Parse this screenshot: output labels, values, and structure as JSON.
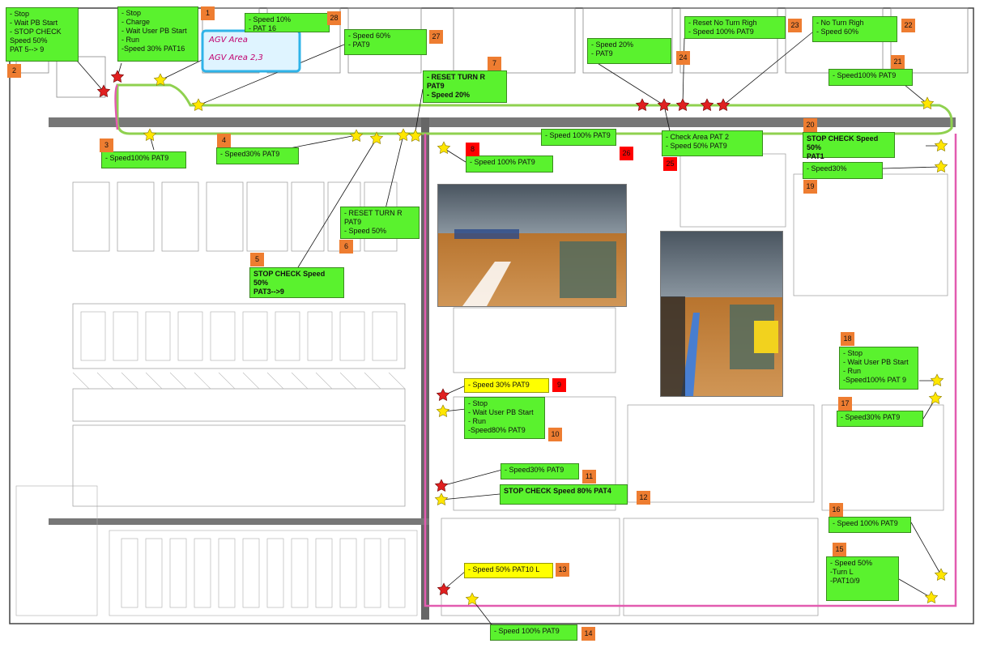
{
  "labels": [
    {
      "id": "l2",
      "text": "- Stop\n- Wait PB Start\n- STOP CHECK\nSpeed 50%\nPAT 5--> 9"
    },
    {
      "id": "l1",
      "text": "- Stop\n- Charge\n- Wait User PB Start\n- Run\n-Speed 30% PAT16"
    },
    {
      "id": "l28",
      "text": "- Speed 10%\n- PAT 16"
    },
    {
      "id": "l27",
      "text": "- Speed 60%\n- PAT9"
    },
    {
      "id": "l7",
      "text": "- RESET TURN R PAT9\n- Speed 20%"
    },
    {
      "id": "l24",
      "text": "- Speed 20%\n- PAT9"
    },
    {
      "id": "l25a",
      "text": "- Reset No Turn Righ\n- Speed 100% PAT9"
    },
    {
      "id": "l23",
      "text": "- No Turn Righ\n- Speed 60%"
    },
    {
      "id": "l21",
      "text": "- Speed100% PAT9"
    },
    {
      "id": "l3",
      "text": "- Speed100% PAT9"
    },
    {
      "id": "l4",
      "text": "- Speed30% PAT9"
    },
    {
      "id": "l26",
      "text": "- Speed 100% PAT9"
    },
    {
      "id": "l25",
      "text": "- Check Area PAT 2\n- Speed 50% PAT9"
    },
    {
      "id": "l20",
      "text": "STOP CHECK Speed 50%\nPAT1"
    },
    {
      "id": "l8",
      "text": "- Speed 100% PAT9"
    },
    {
      "id": "l19",
      "text": "- Speed30%"
    },
    {
      "id": "l6",
      "text": "- RESET TURN R PAT9\n- Speed 50%"
    },
    {
      "id": "l5",
      "text": "STOP CHECK Speed 50%\nPAT3-->9"
    },
    {
      "id": "l18",
      "text": "- Stop\n- Wait User PB Start\n- Run\n-Speed100% PAT 9"
    },
    {
      "id": "l9",
      "text": "- Speed 30% PAT9"
    },
    {
      "id": "l10",
      "text": "- Stop\n- Wait User PB Start\n- Run\n-Speed80% PAT9"
    },
    {
      "id": "l17",
      "text": "- Speed30% PAT9"
    },
    {
      "id": "l11",
      "text": "- Speed30% PAT9"
    },
    {
      "id": "l12",
      "text": "STOP CHECK Speed 80% PAT4"
    },
    {
      "id": "l16",
      "text": "- Speed 100% PAT9"
    },
    {
      "id": "l15",
      "text": "- Speed 50%\n-Turn L\n-PAT10/9"
    },
    {
      "id": "l13",
      "text": "- Speed 50% PAT10 L"
    },
    {
      "id": "l14",
      "text": "- Speed 100% PAT9"
    }
  ],
  "numbers": [
    "1",
    "2",
    "3",
    "4",
    "5",
    "6",
    "7",
    "8",
    "9",
    "10",
    "11",
    "12",
    "13",
    "14",
    "15",
    "16",
    "17",
    "18",
    "19",
    "20",
    "21",
    "22",
    "23",
    "24",
    "25",
    "26",
    "27",
    "28"
  ],
  "handwriting": [
    "AGV Area",
    "AGV Area 2,3"
  ],
  "colors": {
    "label_green": "#5af22e",
    "label_yellow": "#ffff00",
    "badge_orange": "#ee7d31",
    "badge_red": "#ff0000",
    "route_green": "#8fd14f",
    "route_pink": "#e25bb0",
    "star_red": "#e02020",
    "star_yellow": "#ffe600"
  },
  "icons": [
    "red-star-icon",
    "yellow-star-icon"
  ]
}
